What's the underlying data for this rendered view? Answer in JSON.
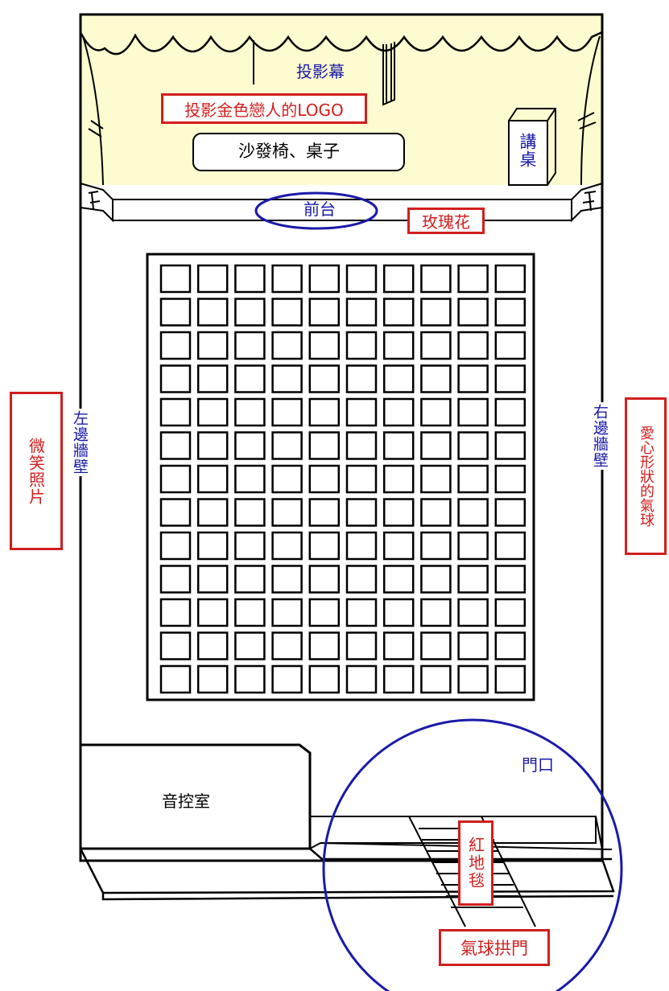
{
  "labels": {
    "screen": "投影幕",
    "logo": "投影金色戀人的LOGO",
    "sofa": "沙發椅、桌子",
    "lectern": "講桌",
    "front_stage": "前台",
    "roses": "玫瑰花",
    "left_wall": "左邊牆壁",
    "right_wall": "右邊牆壁",
    "smile_photos": "微笑照片",
    "heart_balloons": "愛心形狀的氣球",
    "sound_room": "音控室",
    "door": "門口",
    "red_carpet": "紅地毯",
    "balloon_arch": "氣球拱門"
  },
  "colors": {
    "stage_fill": "#fdfbd0",
    "outline": "#000000",
    "note_blue": "#1a1aa8",
    "note_red": "#d21e1e"
  },
  "seating": {
    "rows": 13,
    "cols": 10
  }
}
